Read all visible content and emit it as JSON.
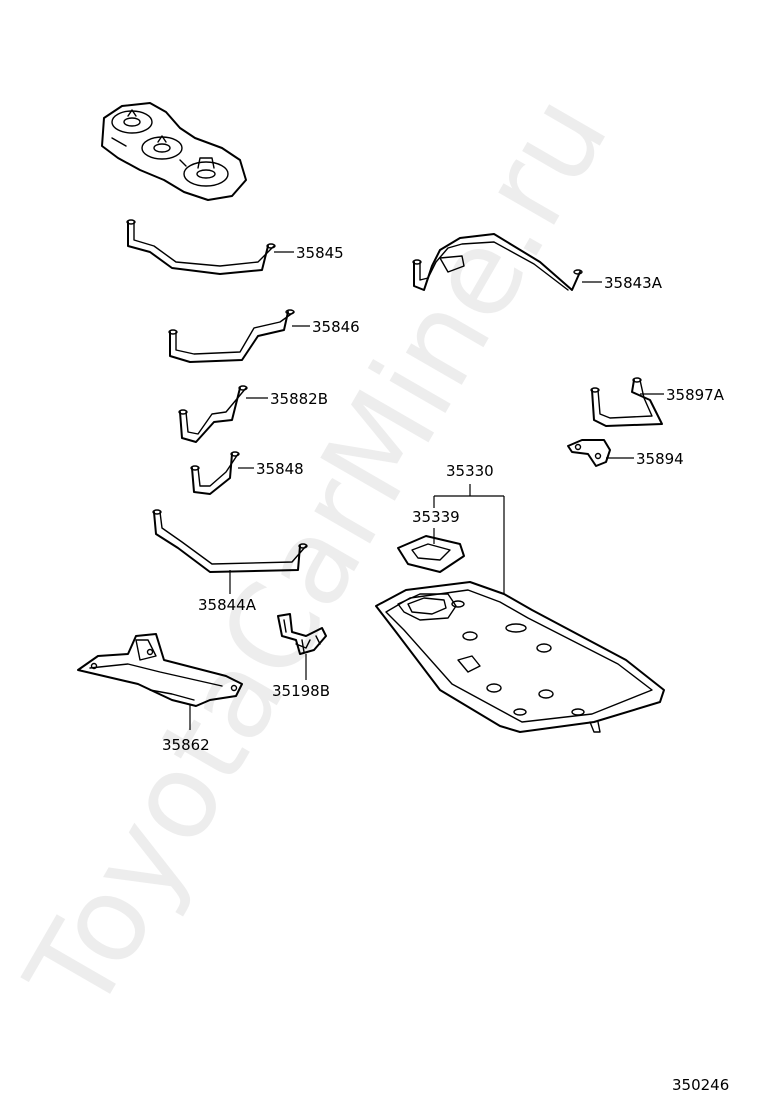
{
  "diagram": {
    "labels": {
      "p35845": "35845",
      "p35843A": "35843A",
      "p35846": "35846",
      "p35882B": "35882B",
      "p35897A": "35897A",
      "p35894": "35894",
      "p35848": "35848",
      "p35330": "35330",
      "p35339": "35339",
      "p35844A": "35844A",
      "p35198B": "35198B",
      "p35862": "35862"
    },
    "figure_number": "350246",
    "watermark": "ToyotaCarMine.ru"
  }
}
